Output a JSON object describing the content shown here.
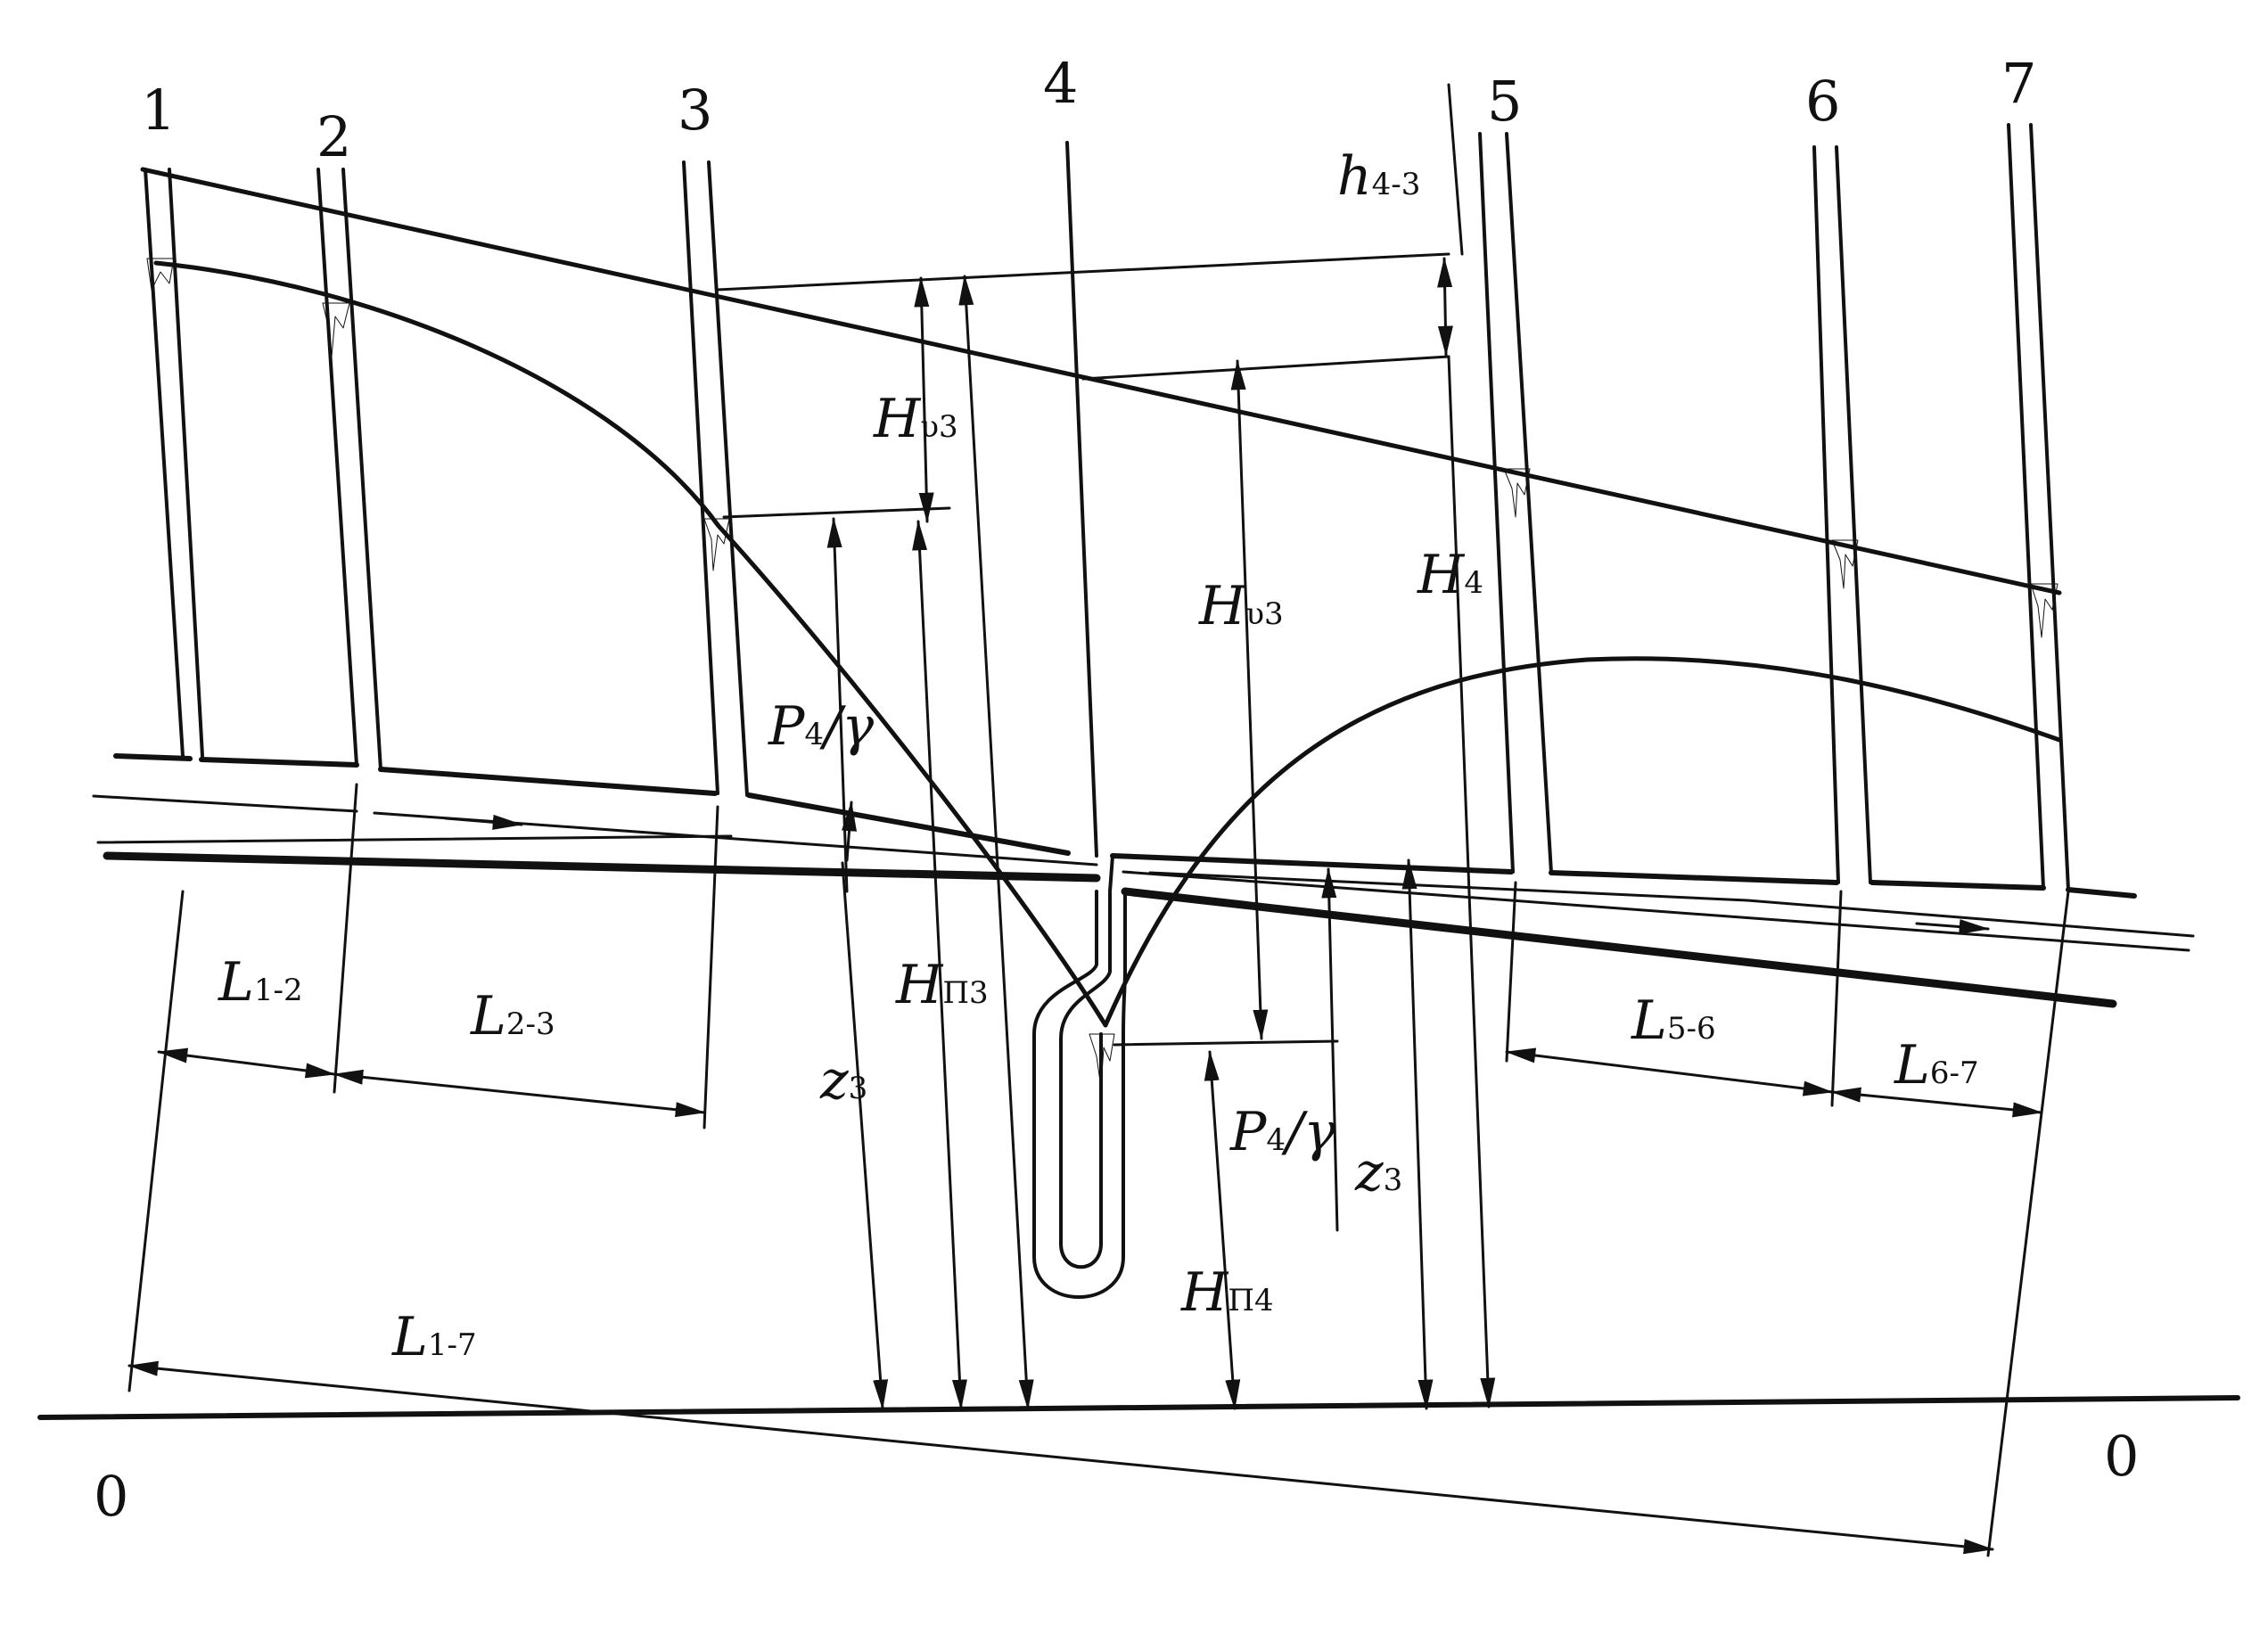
{
  "piezometer_numbers": [
    "1",
    "2",
    "3",
    "4",
    "5",
    "6",
    "7"
  ],
  "datum_labels": {
    "left": "0",
    "right": "0"
  },
  "labels": {
    "h43": {
      "main": "h",
      "sub": "4-3"
    },
    "hv3_a": {
      "main": "H",
      "sub": "υ3"
    },
    "hv3_b": {
      "main": "H",
      "sub": "υ3"
    },
    "h4": {
      "main": "H",
      "sub": "4"
    },
    "p4_a": {
      "text": "P",
      "sub": "4",
      "tail": "/γ"
    },
    "p4_b": {
      "text": "P",
      "sub": "4",
      "tail": "/γ"
    },
    "hp3": {
      "main": "H",
      "sub": "П3"
    },
    "hp4": {
      "main": "H",
      "sub": "П4"
    },
    "z3_a": {
      "main": "z",
      "sub": "3"
    },
    "z3_b": {
      "main": "z",
      "sub": "3"
    },
    "l12": {
      "main": "L",
      "sub": "1-2"
    },
    "l23": {
      "main": "L",
      "sub": "2-3"
    },
    "l56": {
      "main": "L",
      "sub": "5-6"
    },
    "l67": {
      "main": "L",
      "sub": "6-7"
    },
    "l17": {
      "main": "L",
      "sub": "1-7"
    }
  },
  "colors": {
    "ink": "#111111",
    "paper": "#ffffff"
  }
}
